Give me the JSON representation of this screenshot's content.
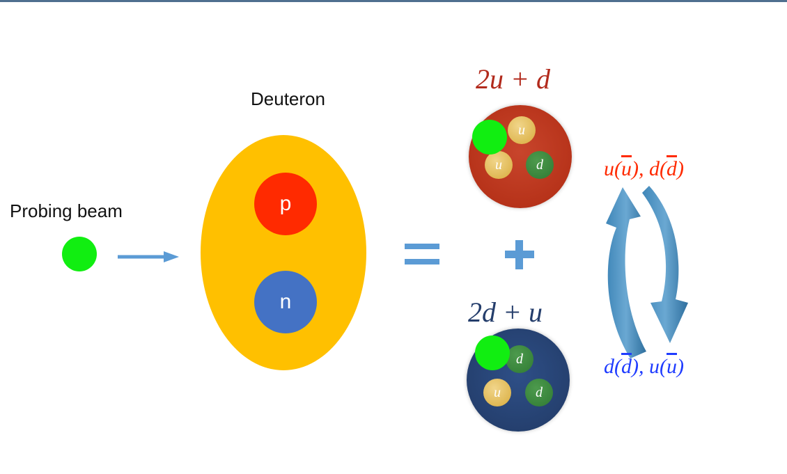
{
  "diagram": {
    "beam_label": "Probing beam",
    "deuteron_label": "Deuteron",
    "proton_label": "p",
    "neutron_label": "n",
    "proton_formula": "2u + d",
    "neutron_formula": "2d + u",
    "proton_quarks": [
      "u",
      "u",
      "d"
    ],
    "neutron_quarks": [
      "d",
      "u",
      "d"
    ],
    "flavor_top": {
      "q1": "u",
      "q1_bar": "u",
      "sep": ", ",
      "q2": "d",
      "q2_bar": "d"
    },
    "flavor_bottom": {
      "q1": "d",
      "q1_bar": "d",
      "sep": ", ",
      "q2": "u",
      "q2_bar": "u"
    }
  },
  "colors": {
    "beam_dot": "#11ee11",
    "deuteron": "#ffc000",
    "proton": "#ff2a00",
    "neutron": "#4472c4",
    "proton_formula": "#b22a1c",
    "neutron_formula": "#243d6b",
    "flavor_top": "#ff2a00",
    "flavor_bottom": "#1f3cff",
    "arrows": "#5b9bd5"
  }
}
